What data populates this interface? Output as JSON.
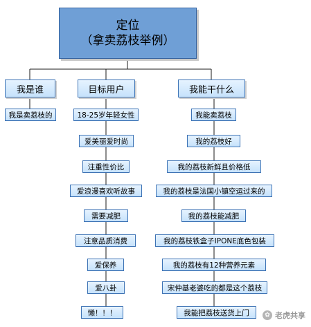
{
  "root": {
    "line1": "定位",
    "line2": "（拿卖荔枝举例）"
  },
  "who": {
    "title": "我是谁",
    "items": [
      "我是卖荔枝的"
    ]
  },
  "target": {
    "title": "目标用户",
    "items": [
      "18-25岁年轻女性",
      "爱美丽爱时尚",
      "注重性价比",
      "爱浪漫喜欢听故事",
      "需要减肥",
      "注意品质消费",
      "爱保养",
      "爱八卦",
      "懒！！！"
    ]
  },
  "do": {
    "title": "我能干什么",
    "items": [
      "我能卖荔枝",
      "我的荔枝好",
      "我的荔枝新鲜且价格低",
      "我的荔枝是法国小镇空运过来的",
      "我的荔枝能减肥",
      "我的荔枝铁盒子IPONE底色包装",
      "我的荔枝有12种营养元素",
      "宋仲基老婆吃的都是这个荔枝",
      "我能把荔枝送货上门"
    ]
  },
  "watermark": {
    "icon": "paw-icon",
    "text": "老虎共享"
  },
  "colors": {
    "root_fill": "#6f9fd6",
    "node_fill": "#c6e2fb",
    "border": "#3d73b5"
  }
}
